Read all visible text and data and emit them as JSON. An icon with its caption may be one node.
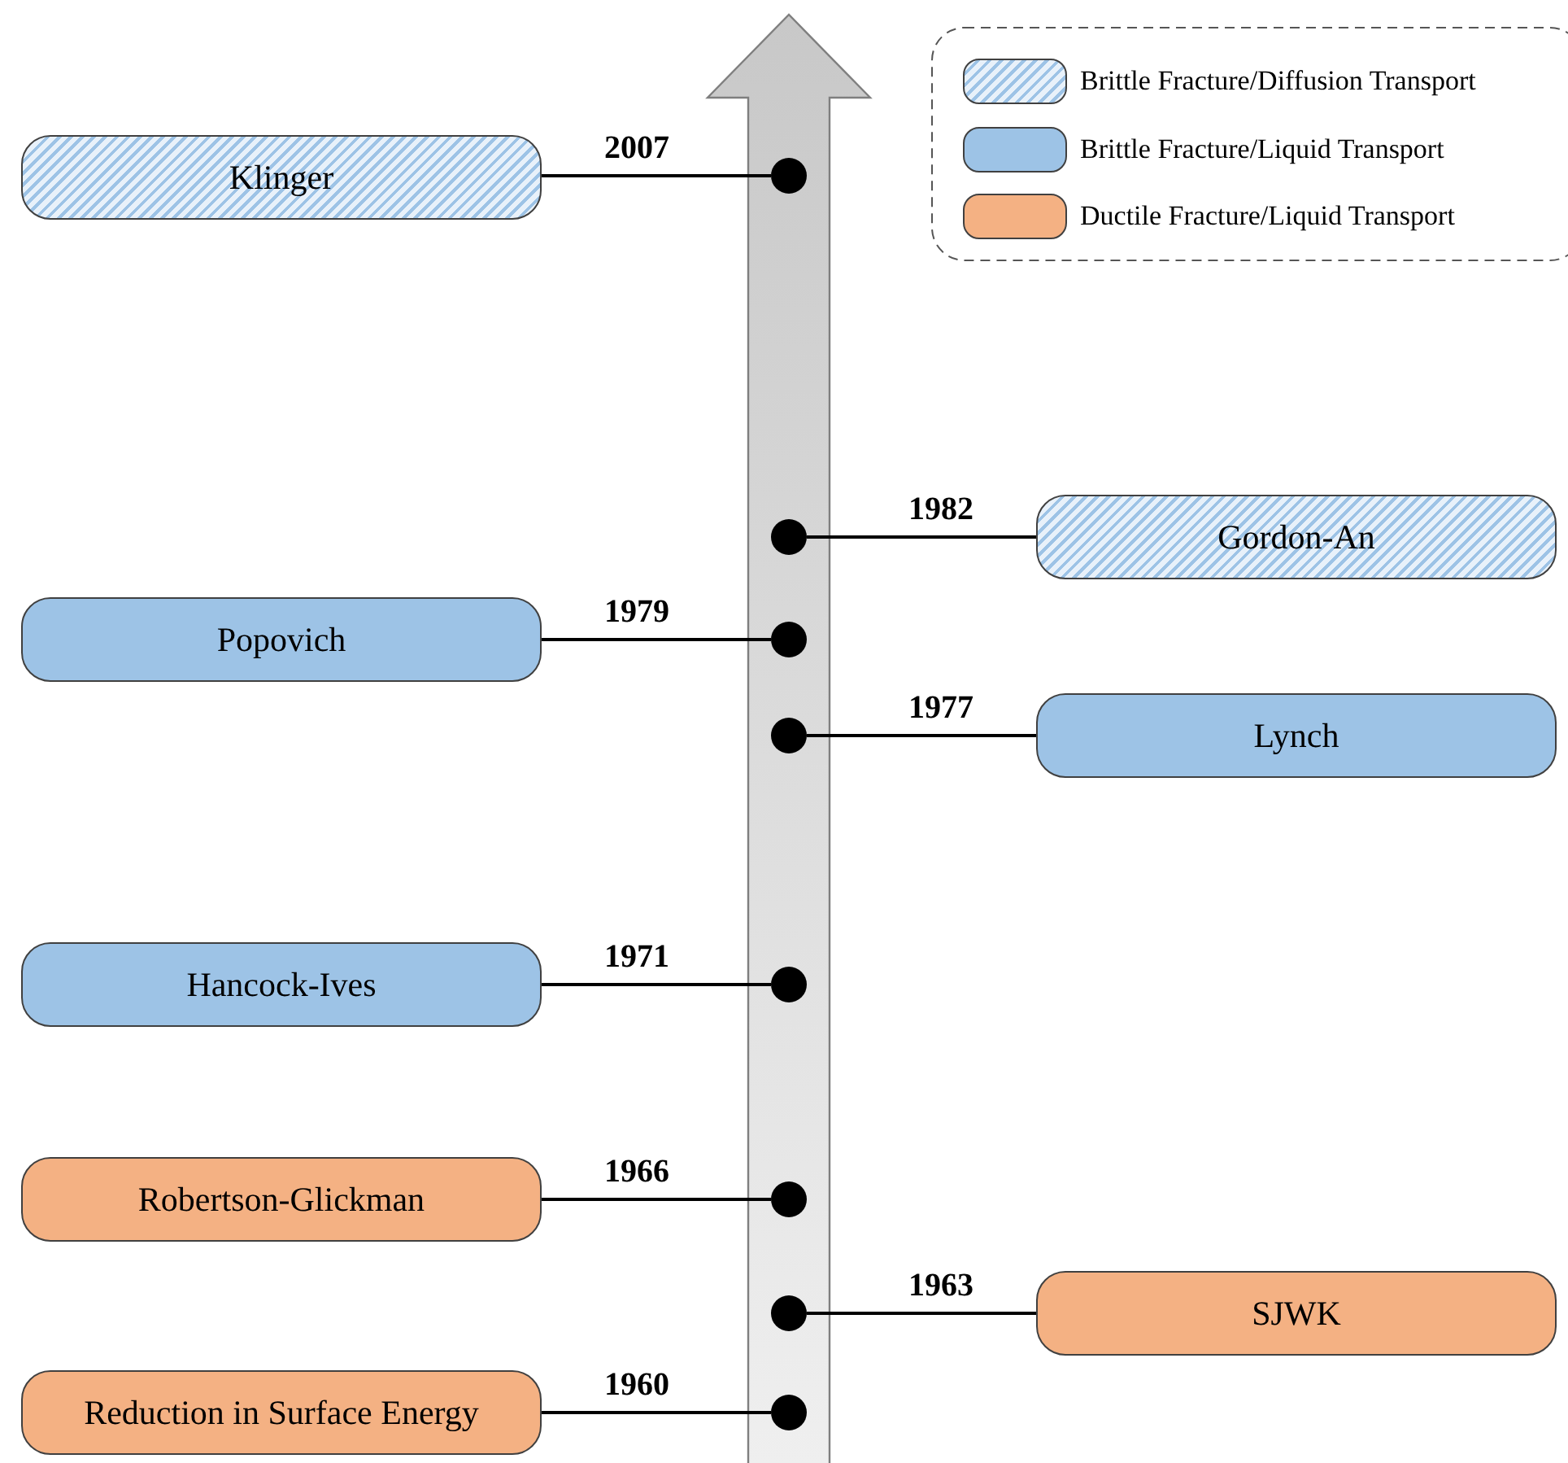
{
  "diagram": {
    "nodes": [
      {
        "text": [
          "Klinger"
        ]
      },
      {
        "text": [],
        "shape": "circle"
      },
      {
        "text": [],
        "shape": "circle"
      },
      {
        "text": [
          "Gordon-An"
        ]
      },
      {
        "text": [
          "Popovich"
        ]
      },
      {
        "text": [],
        "shape": "circle"
      },
      {
        "text": [],
        "shape": "circle"
      },
      {
        "text": [
          "Lynch"
        ]
      },
      {
        "text": [
          "Hancock-Ives"
        ]
      },
      {
        "text": [],
        "shape": "circle"
      },
      {
        "text": [
          "Robertson-Glickman"
        ]
      },
      {
        "text": [],
        "shape": "circle"
      },
      {
        "text": [],
        "shape": "circle"
      },
      {
        "text": [
          "SJWK"
        ]
      },
      {
        "text": [
          "Reduction in Surface Energy"
        ]
      },
      {
        "text": [],
        "shape": "circle"
      }
    ],
    "edges": [
      {
        "from": 0,
        "to": 1,
        "arrow": "none",
        "label": "2007"
      },
      {
        "from": 3,
        "to": 2,
        "arrow": "none",
        "label": "1982"
      },
      {
        "from": 4,
        "to": 5,
        "arrow": "none",
        "label": "1979"
      },
      {
        "from": 7,
        "to": 6,
        "arrow": "none",
        "label": "1977"
      },
      {
        "from": 8,
        "to": 9,
        "arrow": "none",
        "label": "1971"
      },
      {
        "from": 10,
        "to": 11,
        "arrow": "none",
        "label": "1966"
      },
      {
        "from": 13,
        "to": 12,
        "arrow": "none",
        "label": "1963"
      },
      {
        "from": 14,
        "to": 15,
        "arrow": "none",
        "label": "1960"
      }
    ],
    "legend": [
      {
        "text": "Brittle Fracture/Diffusion Transport"
      },
      {
        "text": "Brittle Fracture/Liquid Transport",
        "color": "#9dc3e6"
      },
      {
        "text": "Ductile Fracture/Liquid Transport",
        "color": "#f4b183"
      }
    ]
  }
}
